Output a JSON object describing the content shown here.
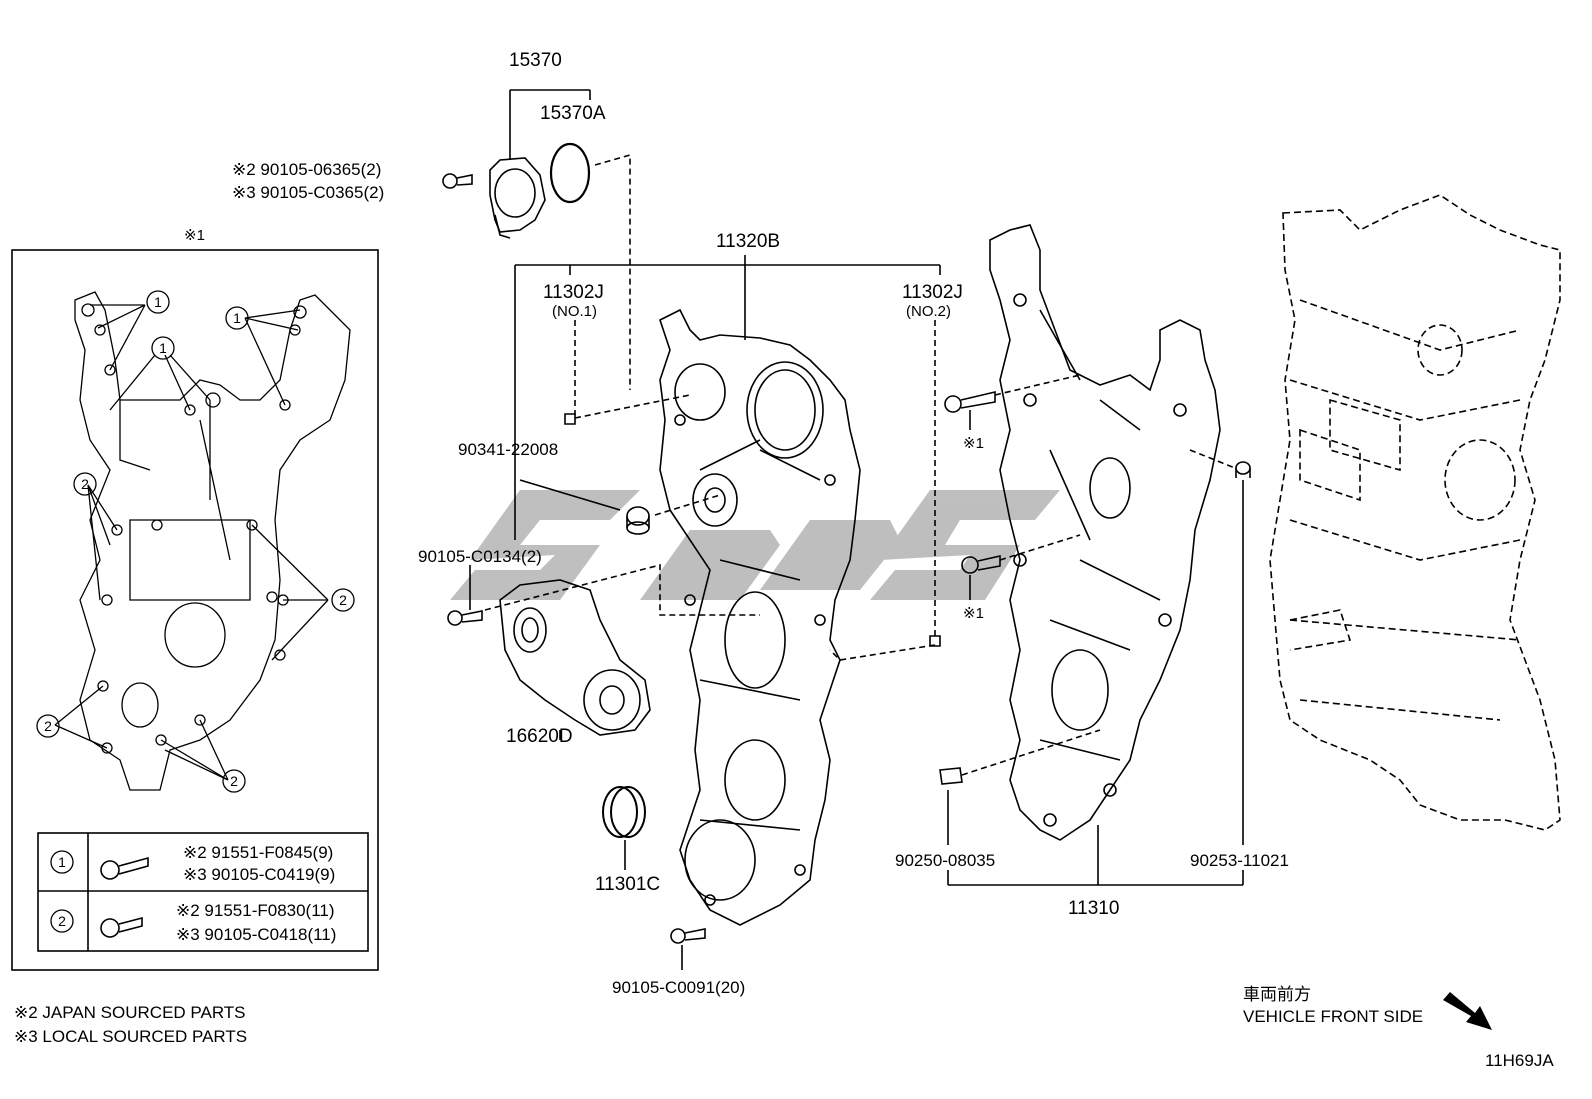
{
  "parts": {
    "p15370": "15370",
    "p15370A": "15370A",
    "p11320B": "11320B",
    "p11302J_1": "11302J",
    "p11302J_1_note": "(NO.1)",
    "p11302J_2": "11302J",
    "p11302J_2_note": "(NO.2)",
    "p90341": "90341-22008",
    "p90105_C0134": "90105-C0134(2)",
    "p16620D": "16620D",
    "p11301C": "11301C",
    "p90105_C0091": "90105-C0091(20)",
    "p90250": "90250-08035",
    "p90253": "90253-11021",
    "p11310": "11310",
    "bolt_top_jp": "※2 90105-06365(2)",
    "bolt_top_local": "※3 90105-C0365(2)",
    "mark_right_1": "※1",
    "mark_right_2": "※1"
  },
  "inset": {
    "title": "※1",
    "callout1": "1",
    "callout2": "2",
    "rows": [
      {
        "num": "1",
        "jp": "※2 91551-F0845(9)",
        "local": "※3 90105-C0419(9)"
      },
      {
        "num": "2",
        "jp": "※2 91551-F0830(11)",
        "local": "※3 90105-C0418(11)"
      }
    ]
  },
  "notes": {
    "japan": "※2 JAPAN SOURCED PARTS",
    "local": "※3 LOCAL SOURCED PARTS"
  },
  "direction": {
    "jp": "車両前方",
    "en": "VEHICLE FRONT SIDE"
  },
  "diagram_code": "11H69JA",
  "colors": {
    "line": "#000000",
    "watermark": "#b3b3b3"
  }
}
